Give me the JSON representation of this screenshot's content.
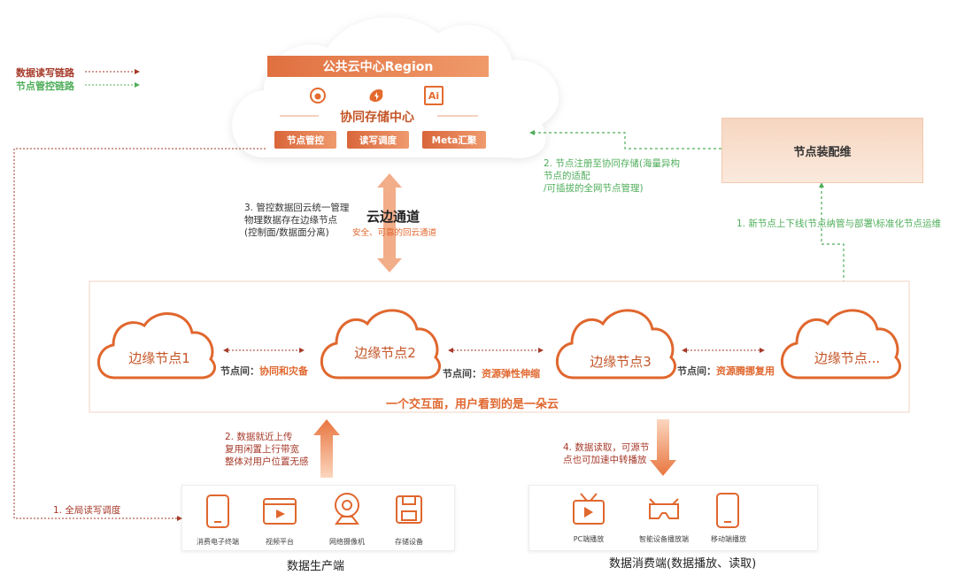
{
  "legend": {
    "data_link": "数据读写链路",
    "control_link": "节点管控链路",
    "colors": {
      "data": "#a63a2a",
      "control": "#4fae5a",
      "accent": "#e0672e"
    }
  },
  "region": {
    "title": "公共云中心Region",
    "center": "协同存储中心",
    "icons": [
      "eye-icon",
      "rocket-icon",
      "ai-icon"
    ],
    "icon_ai_text": "Ai",
    "pills": [
      "节点管控",
      "读写调度",
      "Meta汇聚"
    ]
  },
  "node_ops": {
    "label": "节点装配维"
  },
  "notes": {
    "register": [
      "2. 节点注册至协同存储(海量异构",
      "节点的适配",
      "/可插拔的全网节点管理)"
    ],
    "online": "1. 新节点上下线(节点纳管与部署\\标准化节点运维",
    "control_back": [
      "3. 管控数据回云统一管理",
      "物理数据存在边缘节点",
      "(控制面/数据面分离)"
    ],
    "channel_title": "云边通道",
    "channel_sub": "安全、可靠的回云通道",
    "upload": [
      "2. 数据就近上传",
      "复用闲置上行带宽",
      "整体对用户位置无感"
    ],
    "read": [
      "4. 数据读取，可源节",
      "点也可加速中转播放"
    ],
    "global": "1. 全局读写调度"
  },
  "edge": {
    "nodes": [
      "边缘节点1",
      "边缘节点2",
      "边缘节点3",
      "边缘节点..."
    ],
    "links": [
      {
        "prefix": "节点间：",
        "value": "协同和灾备"
      },
      {
        "prefix": "节点间：",
        "value": "资源弹性伸缩"
      },
      {
        "prefix": "节点间：",
        "value": "资源腾挪复用"
      }
    ],
    "banner": "一个交互面，用户看到的是一朵云"
  },
  "producer": {
    "label": "数据生产端",
    "devices": [
      {
        "icon": "phone-icon",
        "label": "消费电子终端"
      },
      {
        "icon": "video-icon",
        "label": "视频平台"
      },
      {
        "icon": "camera-icon",
        "label": "网络摄像机"
      },
      {
        "icon": "storage-icon",
        "label": "存储设备"
      }
    ]
  },
  "consumer": {
    "label": "数据消费端(数据播放、读取)",
    "devices": [
      {
        "icon": "tv-icon",
        "label": "PC端播放"
      },
      {
        "icon": "vr-icon",
        "label": "智能设备播放端"
      },
      {
        "icon": "mobile-icon",
        "label": "移动端播放"
      }
    ]
  }
}
